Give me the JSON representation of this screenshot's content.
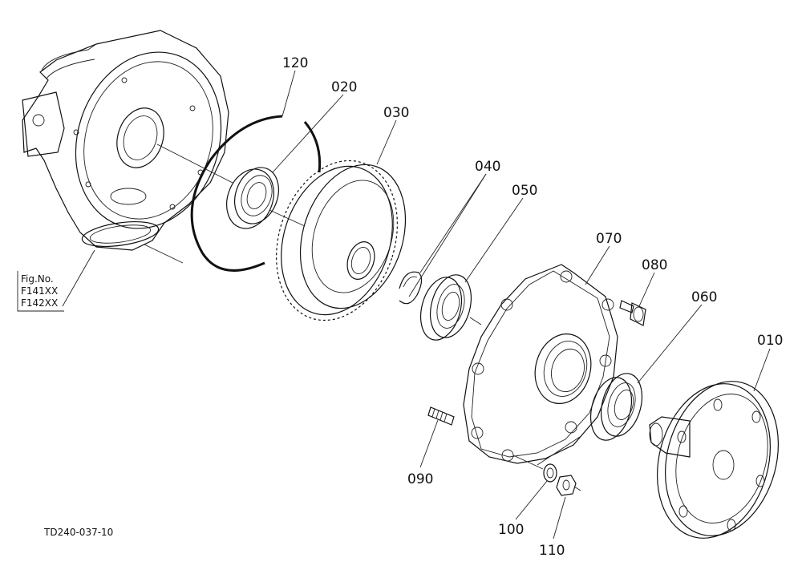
{
  "figure_ref": {
    "prefix": "Fig.No.",
    "codes": [
      "F141XX",
      "F142XX"
    ]
  },
  "drawing_id": "TD240-037-10",
  "parts": {
    "p120": "120",
    "p020": "020",
    "p030": "030",
    "p040": "040",
    "p050": "050",
    "p070": "070",
    "p080": "080",
    "p060": "060",
    "p010": "010",
    "p090": "090",
    "p100": "100",
    "p110": "110"
  }
}
